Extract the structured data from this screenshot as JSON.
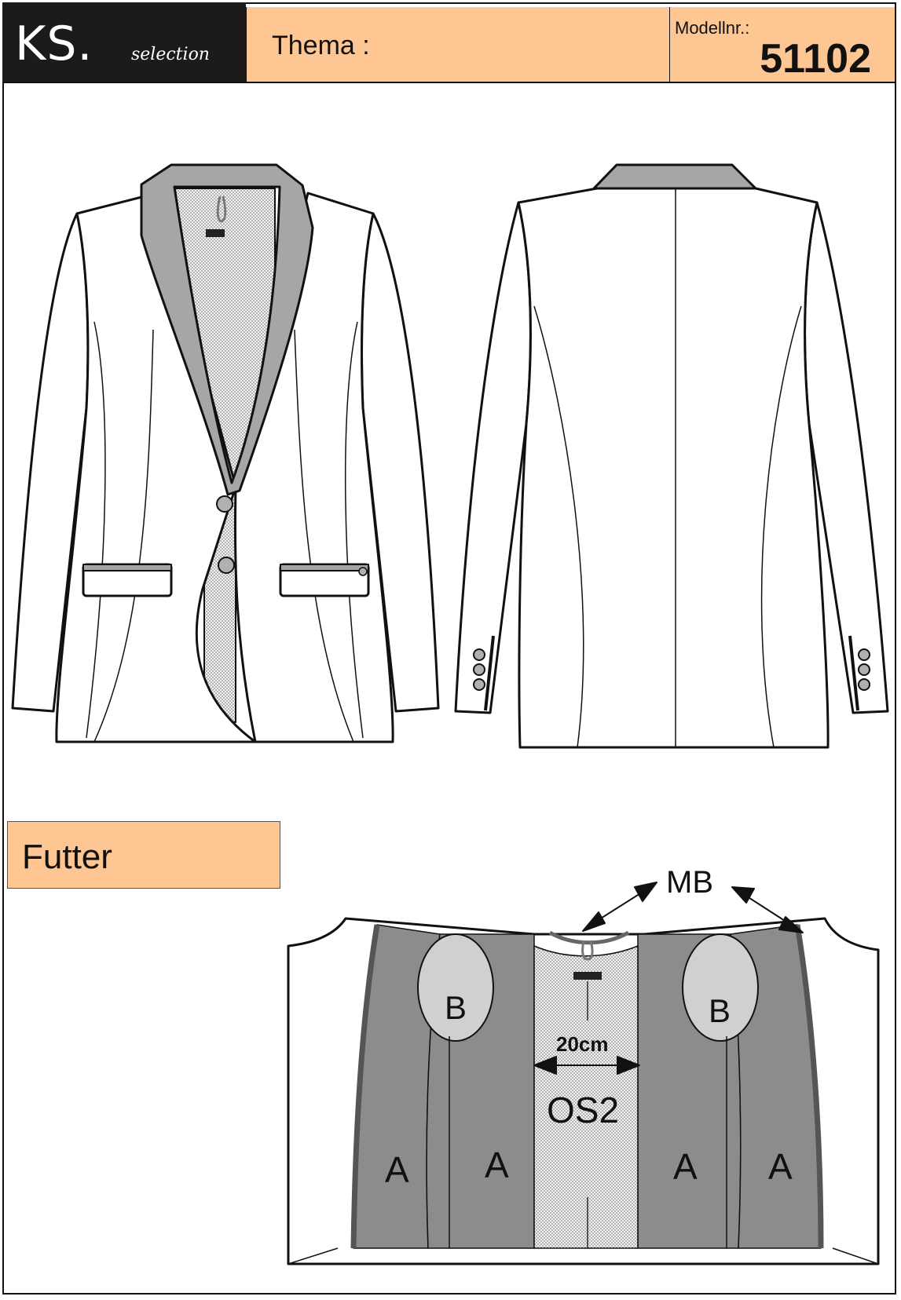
{
  "header": {
    "logo_main": "KS.",
    "logo_sub": "selection",
    "thema_label": "Thema :",
    "model_label": "Modellnr.:",
    "model_number": "51102"
  },
  "section": {
    "title": "Futter"
  },
  "lining": {
    "mb_label": "MB",
    "b_left": "B",
    "b_right": "B",
    "width_label": "20cm",
    "center_label": "OS2",
    "a_labels": [
      "A",
      "A",
      "A",
      "A"
    ]
  },
  "colors": {
    "accent_orange": "#fdc692",
    "collar_grey": "#a6a6a6",
    "panel_grey": "#8c8c8c",
    "light_grey": "#d0d0d0",
    "ink": "#111111"
  }
}
